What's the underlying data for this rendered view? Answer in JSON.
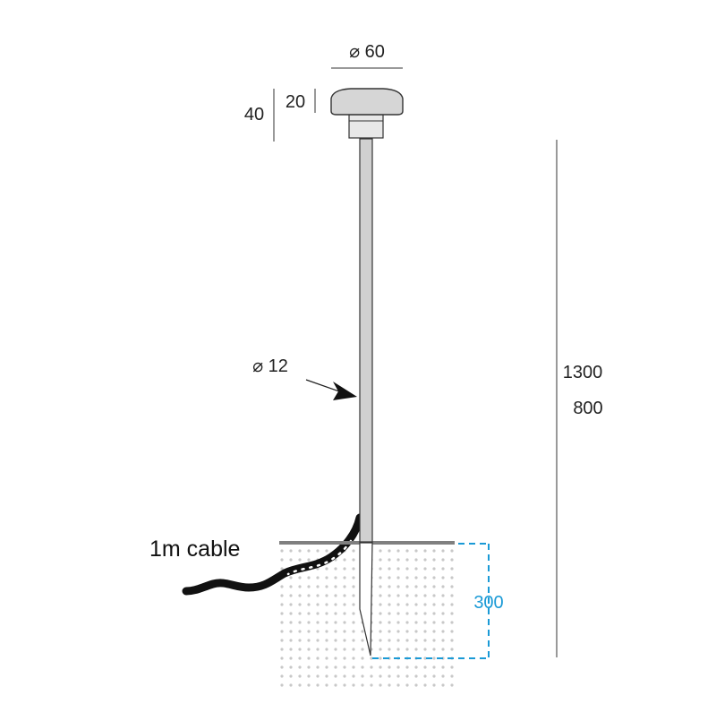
{
  "labels": {
    "head_diameter": "⌀ 60",
    "head_height_total": "40",
    "head_cap_height": "20",
    "stem_diameter": "⌀ 12",
    "total_height": "1300",
    "visible_height": "800",
    "cable": "1m cable",
    "buried_depth": "300"
  },
  "colors": {
    "line": "#333333",
    "stem_fill": "#d0d0d0",
    "ground": "#808080",
    "soil_dots": "#c8c8c8",
    "cable": "#111111",
    "accent_blue": "#1a9ad6"
  }
}
